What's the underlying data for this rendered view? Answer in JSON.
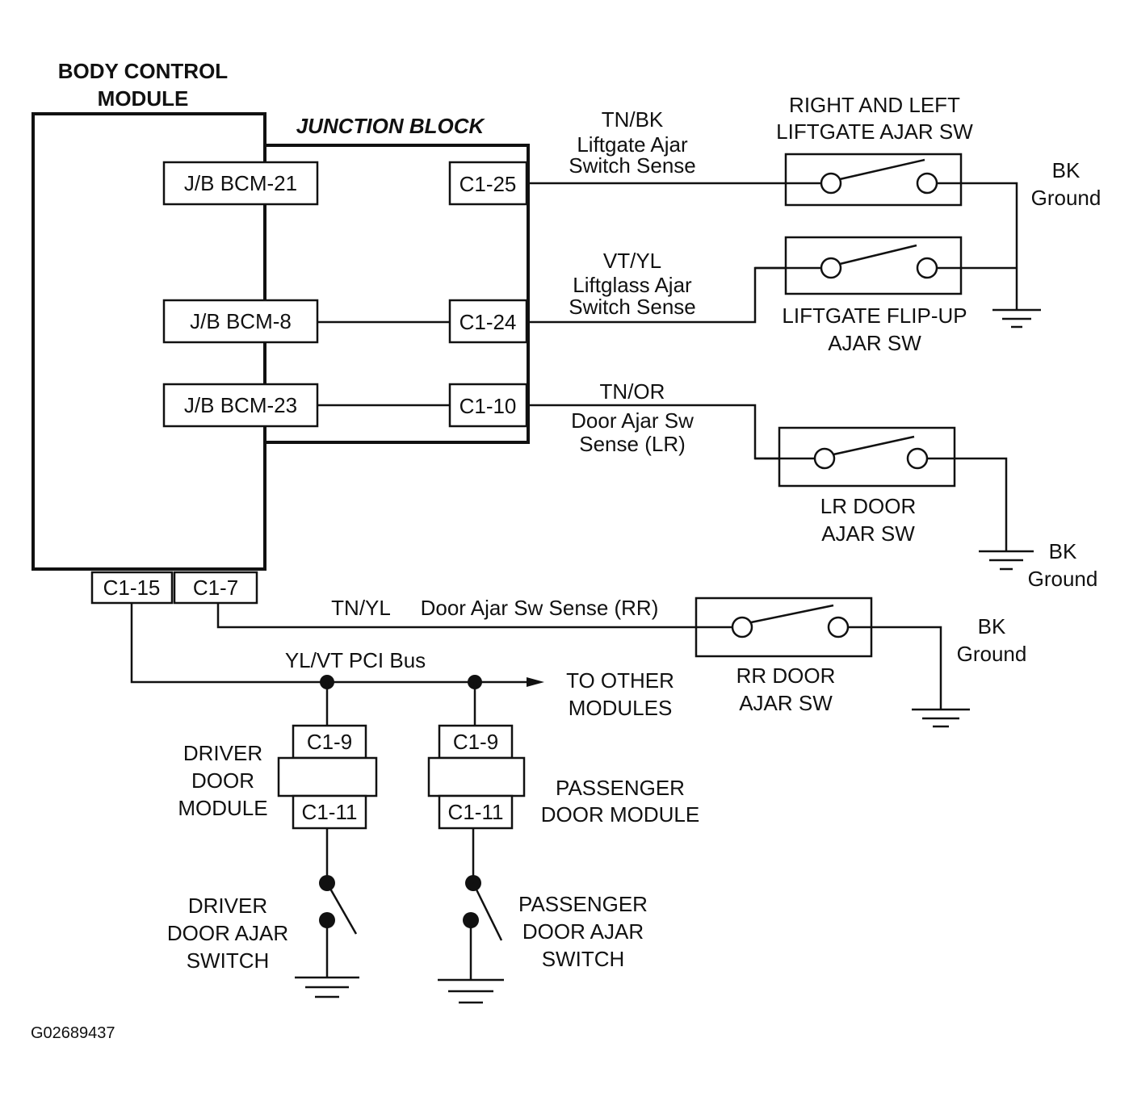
{
  "bcm": {
    "title_line1": "BODY CONTROL",
    "title_line2": "MODULE"
  },
  "junction_block": {
    "title": "JUNCTION BLOCK"
  },
  "bcm_pins": {
    "bcm21": "J/B BCM-21",
    "bcm8": "J/B BCM-8",
    "bcm23": "J/B BCM-23"
  },
  "jb_pins": {
    "c1_25": "C1-25",
    "c1_24": "C1-24",
    "c1_10": "C1-10"
  },
  "bcm_bottom_pins": {
    "c1_15": "C1-15",
    "c1_7": "C1-7"
  },
  "circuits": {
    "liftgate": {
      "color": "TN/BK",
      "line2": "Liftgate Ajar",
      "line3": "Switch Sense"
    },
    "liftglass": {
      "color": "VT/YL",
      "line2": "Liftglass Ajar",
      "line3": "Switch Sense"
    },
    "lr_door": {
      "color": "TN/OR",
      "line2": "Door Ajar Sw",
      "line3": "Sense (LR)"
    },
    "rr_door": {
      "color": "TN/YL",
      "desc": "Door Ajar Sw Sense (RR)"
    },
    "pci_bus": {
      "label": "YL/VT PCI Bus"
    }
  },
  "switches": {
    "liftgate": {
      "line1": "RIGHT AND LEFT",
      "line2": "LIFTGATE AJAR SW"
    },
    "flipup": {
      "line1": "LIFTGATE FLIP-UP",
      "line2": "AJAR SW"
    },
    "lr": {
      "line1": "LR DOOR",
      "line2": "AJAR SW"
    },
    "rr": {
      "line1": "RR DOOR",
      "line2": "AJAR SW"
    },
    "driver": {
      "line1": "DRIVER",
      "line2": "DOOR AJAR",
      "line3": "SWITCH"
    },
    "passenger": {
      "line1": "PASSENGER",
      "line2": "DOOR AJAR",
      "line3": "SWITCH"
    }
  },
  "grounds": {
    "top": {
      "color": "BK",
      "label": "Ground"
    },
    "lr": {
      "color": "BK",
      "label": "Ground"
    },
    "rr": {
      "color": "BK",
      "label": "Ground"
    }
  },
  "modules": {
    "driver": {
      "line1": "DRIVER",
      "line2": "DOOR",
      "line3": "MODULE",
      "pin_top": "C1-9",
      "pin_bottom": "C1-11"
    },
    "passenger": {
      "line1": "PASSENGER",
      "line2": "DOOR MODULE",
      "pin_top": "C1-9",
      "pin_bottom": "C1-11"
    }
  },
  "to_other": {
    "line1": "TO OTHER",
    "line2": "MODULES"
  },
  "figure_id": "G02689437"
}
